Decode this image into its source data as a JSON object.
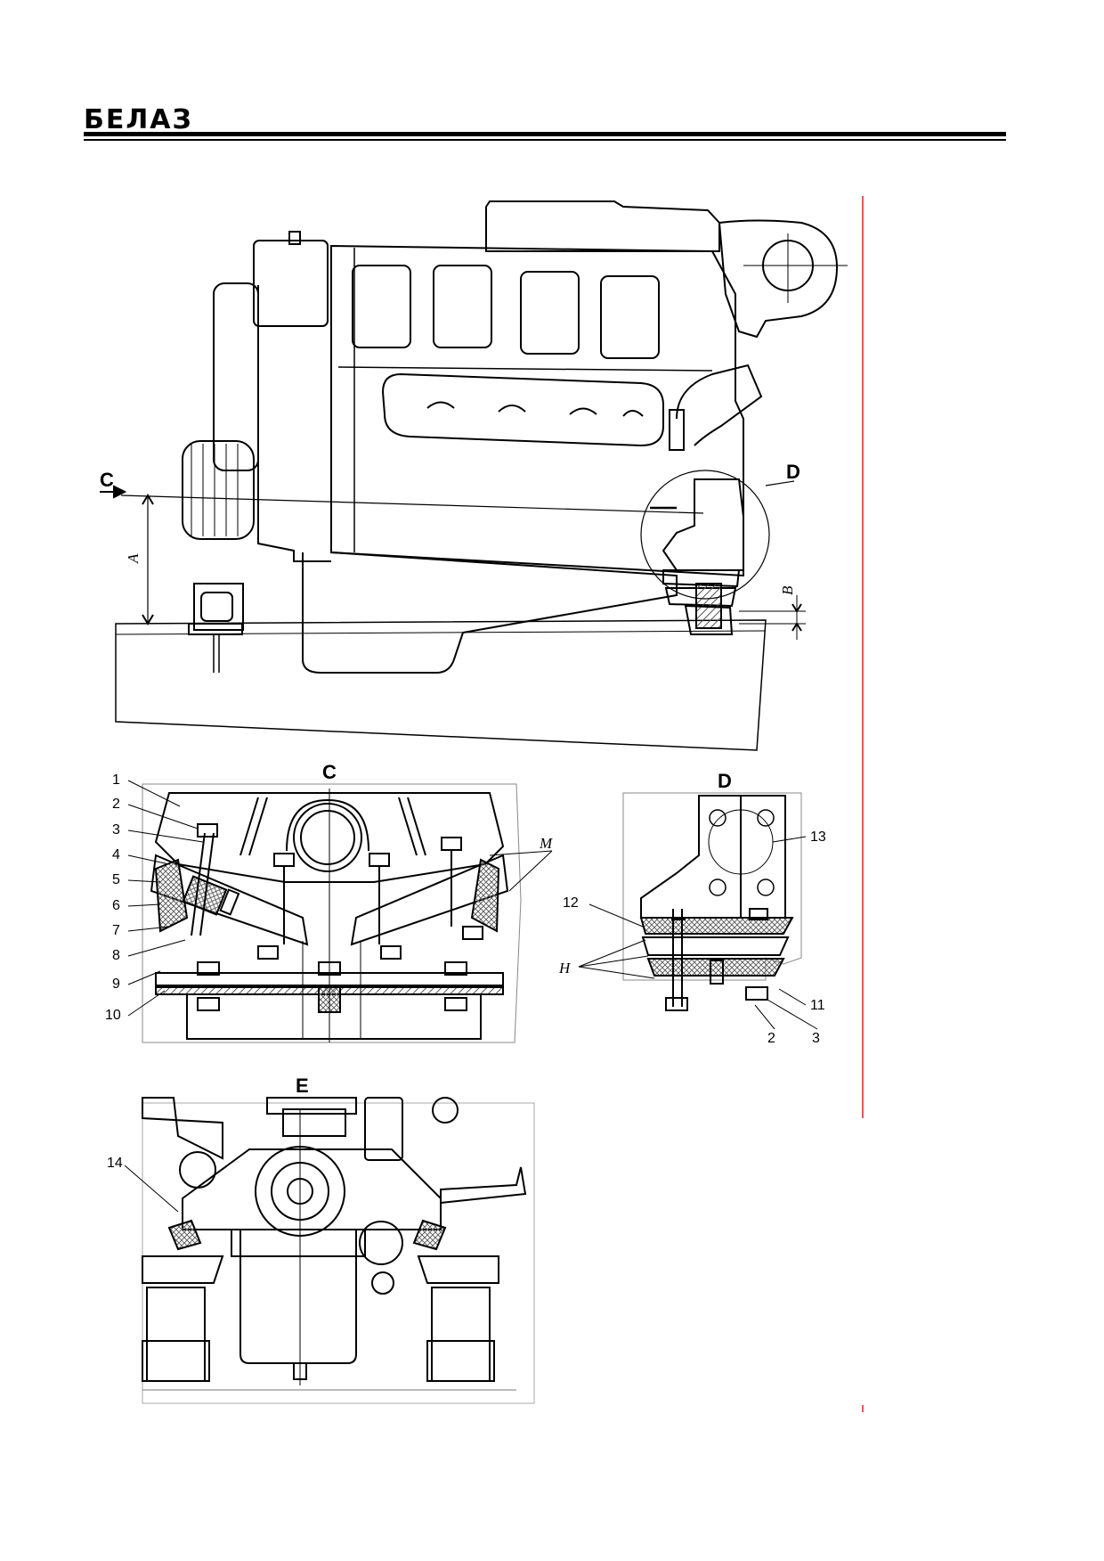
{
  "header": {
    "logo_text": "БЕЛАЗ"
  },
  "main_view": {
    "section_mark": "C",
    "detail_mark": "D",
    "dim_a": "A",
    "dim_b": "B"
  },
  "view_c": {
    "title": "C",
    "callouts": [
      "1",
      "2",
      "3",
      "4",
      "5",
      "6",
      "7",
      "8",
      "9",
      "10"
    ],
    "letter_m": "M"
  },
  "view_d": {
    "title": "D",
    "callouts_left": [
      "12"
    ],
    "callouts_right": [
      "13",
      "11"
    ],
    "callouts_bottom": [
      "2",
      "3"
    ],
    "letter_h": "H"
  },
  "view_e": {
    "title": "E",
    "callouts": [
      "14"
    ]
  },
  "colors": {
    "rule": "#000000",
    "margin_line": "#e25b5b",
    "hatch": "#555555"
  }
}
